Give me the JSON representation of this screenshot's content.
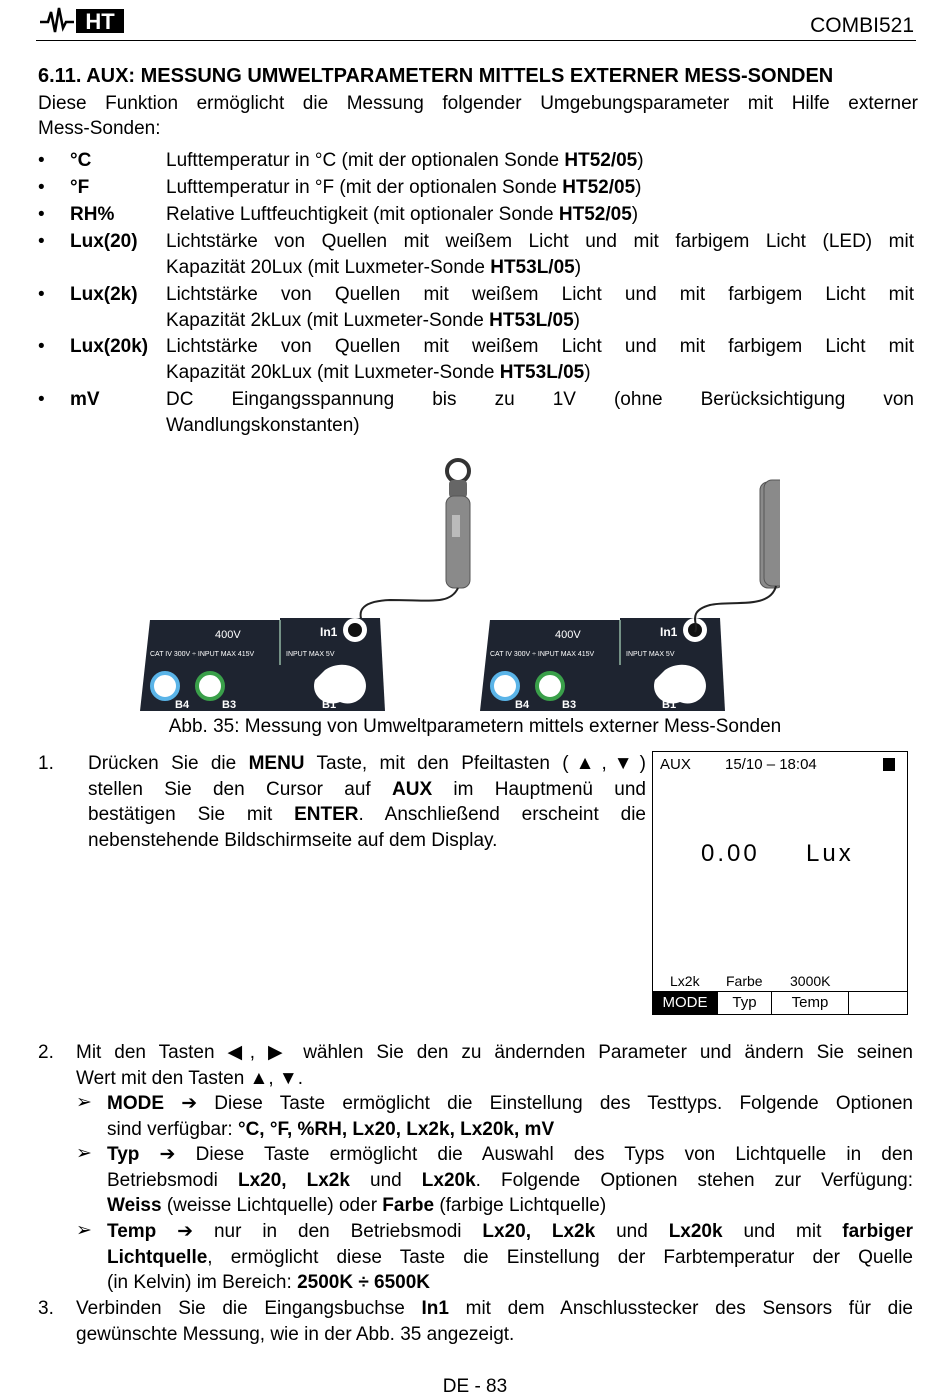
{
  "header": {
    "logo_text": "HT",
    "model": "COMBI521"
  },
  "section": {
    "title": "6.11. AUX: MESSUNG UMWELTPARAMETERN MITTELS EXTERNER MESS-SONDEN",
    "intro_line1": "Diese Funktion ermöglicht die Messung folgender Umgebungsparameter mit Hilfe externer",
    "intro_line2": "Mess-Sonden:"
  },
  "bullets": [
    {
      "key": "°C",
      "text": "Lufttemperatur in °C (mit der optionalen Sonde ",
      "bold": "HT52/05",
      "end": ")"
    },
    {
      "key": "°F",
      "text": "Lufttemperatur in °F (mit der optionalen Sonde ",
      "bold": "HT52/05",
      "end": ")"
    },
    {
      "key": "RH%",
      "text": "Relative Luftfeuchtigkeit (mit optionaler Sonde ",
      "bold": "HT52/05",
      "end": ")"
    },
    {
      "key": "Lux(20)",
      "line1": "Lichtstärke von Quellen mit weißem Licht und mit farbigem Licht (LED) mit",
      "line2": "Kapazität 20Lux (mit Luxmeter-Sonde ",
      "bold": "HT53L/05",
      "end": ")"
    },
    {
      "key": "Lux(2k)",
      "line1": "Lichtstärke von Quellen mit weißem Licht und mit farbigem Licht mit",
      "line2": "Kapazität 2kLux (mit Luxmeter-Sonde ",
      "bold": "HT53L/05",
      "end": ")"
    },
    {
      "key": "Lux(20k)",
      "line1": "Lichtstärke von Quellen mit weißem Licht und mit farbigem Licht mit",
      "line2": "Kapazität 20kLux (mit Luxmeter-Sonde ",
      "bold": "HT53L/05",
      "end": ")"
    },
    {
      "key": "mV",
      "line1": "DC Eingangsspannung bis zu 1V (ohne Berücksichtigung von",
      "line2": "Wandlungskonstanten)"
    }
  ],
  "figure": {
    "panel_labels": {
      "volt": "400V",
      "in1": "In1",
      "cat": "CAT IV 300V ÷ INPUT MAX 415V",
      "input5": "INPUT MAX 5V",
      "b4": "B4",
      "b3": "B3",
      "b1": "B1"
    },
    "caption": "Abb. 35: Messung von Umweltparametern mittels externer Mess-Sonden"
  },
  "step1": {
    "num": "1.",
    "l1a": "Drücken Sie die ",
    "l1b": "MENU",
    "l1c": " Taste, mit den Pfeiltasten (▲,▼)",
    "l2a": "stellen Sie den Cursor auf ",
    "l2b": "AUX",
    "l2c": " im Hauptmenü und",
    "l3a": "bestätigen Sie mit ",
    "l3b": "ENTER",
    "l3c": ". Anschließend erscheint die",
    "l4": "nebenstehende Bildschirmseite auf dem Display."
  },
  "lcd": {
    "mode": "AUX",
    "datetime": "15/10 – 18:04",
    "value": "0.00",
    "unit": "Lux",
    "sub1": "Lx2k",
    "sub2": "Farbe",
    "sub3": "3000K",
    "btn1": "MODE",
    "btn2": "Typ",
    "btn3": "Temp",
    "btn4": ""
  },
  "step2": {
    "num": "2.",
    "l1": "Mit den Tasten ◀, ▶ wählen Sie den zu ändernden Parameter und ändern Sie seinen",
    "l2": "Wert mit den Tasten ▲, ▼.",
    "mode_key": "MODE",
    "mode_l1": " Diese Taste ermöglicht die Einstellung des Testtyps. Folgende Optionen",
    "mode_l2a": "sind verfügbar: ",
    "mode_l2b": "°C, °F, %RH, Lx20, Lx2k, Lx20k, mV",
    "typ_key": "Typ",
    "typ_l1": " Diese Taste ermöglicht die Auswahl des Typs von Lichtquelle in den",
    "typ_l2a": "Betriebsmodi ",
    "typ_l2b": "Lx20, Lx2k",
    "typ_l2c": " und ",
    "typ_l2d": "Lx20k",
    "typ_l2e": ". Folgende Optionen stehen zur Verfügung:",
    "typ_l3a": "Weiss",
    "typ_l3b": " (weisse Lichtquelle) oder ",
    "typ_l3c": "Farbe",
    "typ_l3d": " (farbige Lichtquelle)",
    "temp_key": "Temp",
    "temp_l1a": " nur in den Betriebsmodi ",
    "temp_l1b": "Lx20, Lx2k",
    "temp_l1c": " und ",
    "temp_l1d": "Lx20k",
    "temp_l1e": " und mit ",
    "temp_l1f": "farbiger",
    "temp_l2a": "Lichtquelle",
    "temp_l2b": ", ermöglicht diese Taste die Einstellung der Farbtemperatur der Quelle",
    "temp_l3a": "(in Kelvin) im Bereich: ",
    "temp_l3b": "2500K ÷ 6500K",
    "arrow": "➔",
    "chevron": "➢"
  },
  "step3": {
    "num": "3.",
    "l1a": "Verbinden Sie die Eingangsbuchse ",
    "l1b": "In1",
    "l1c": " mit dem Anschlusstecker des Sensors für die",
    "l2": "gewünschte Messung, wie in der Abb. 35 angezeigt."
  },
  "footer": {
    "page": "DE - 83"
  }
}
